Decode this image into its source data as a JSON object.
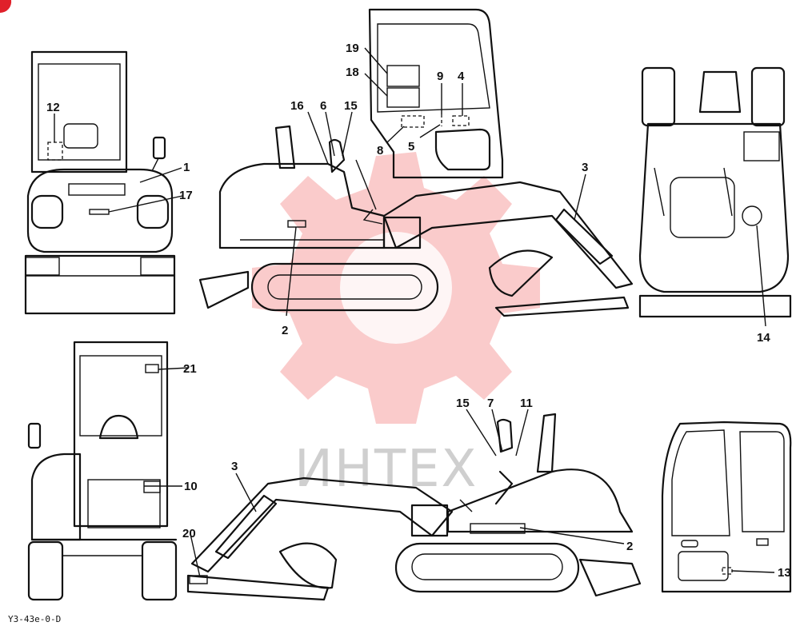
{
  "watermark": {
    "text": "ИНТЕХ",
    "color": "#f06a6a"
  },
  "drawing_code": "Y3-43e-0-D",
  "callouts": [
    {
      "id": "c1",
      "text": "1"
    },
    {
      "id": "c2a",
      "text": "2"
    },
    {
      "id": "c2b",
      "text": "2"
    },
    {
      "id": "c3a",
      "text": "3"
    },
    {
      "id": "c3b",
      "text": "3"
    },
    {
      "id": "c4",
      "text": "4"
    },
    {
      "id": "c5",
      "text": "5"
    },
    {
      "id": "c6",
      "text": "6"
    },
    {
      "id": "c7",
      "text": "7"
    },
    {
      "id": "c8",
      "text": "8"
    },
    {
      "id": "c9",
      "text": "9"
    },
    {
      "id": "c10",
      "text": "10"
    },
    {
      "id": "c11",
      "text": "11"
    },
    {
      "id": "c12",
      "text": "12"
    },
    {
      "id": "c13",
      "text": "13"
    },
    {
      "id": "c14",
      "text": "14"
    },
    {
      "id": "c15a",
      "text": "15"
    },
    {
      "id": "c15b",
      "text": "15"
    },
    {
      "id": "c16",
      "text": "16"
    },
    {
      "id": "c17",
      "text": "17"
    },
    {
      "id": "c18",
      "text": "18"
    },
    {
      "id": "c19",
      "text": "19"
    },
    {
      "id": "c20",
      "text": "20"
    },
    {
      "id": "c21",
      "text": "21"
    }
  ]
}
